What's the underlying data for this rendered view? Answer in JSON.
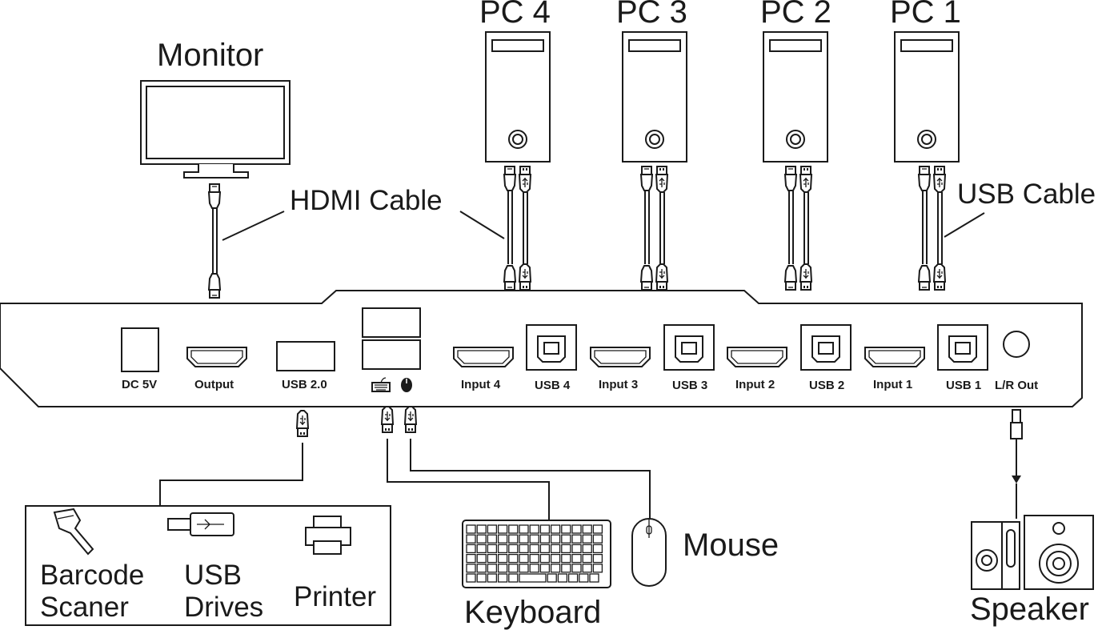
{
  "labels": {
    "monitor": "Monitor",
    "pc4": "PC  4",
    "pc3": "PC  3",
    "pc2": "PC  2",
    "pc1": "PC  1",
    "hdmi_cable": "HDMI Cable",
    "usb_cable": "USB Cable",
    "barcode_line1": "Barcode",
    "barcode_line2": "Scaner",
    "usb_drives_line1": "USB",
    "usb_drives_line2": "Drives",
    "printer": "Printer",
    "keyboard": "Keyboard",
    "mouse": "Mouse",
    "speaker": "Speaker"
  },
  "ports": {
    "dc": "DC 5V",
    "output": "Output",
    "usb20": "USB 2.0",
    "input4": "Input 4",
    "usb4": "USB 4",
    "input3": "Input 3",
    "usb3": "USB 3",
    "input2": "Input 2",
    "usb2": "USB 2",
    "input1": "Input 1",
    "usb1": "USB 1",
    "lrout": "L/R Out"
  },
  "icons": {
    "keyboard_port": "keyboard-icon",
    "mouse_port": "mouse-icon",
    "usb_symbol": "usb-symbol-icon"
  },
  "colors": {
    "line": "#1a1a1a",
    "background": "#ffffff"
  }
}
